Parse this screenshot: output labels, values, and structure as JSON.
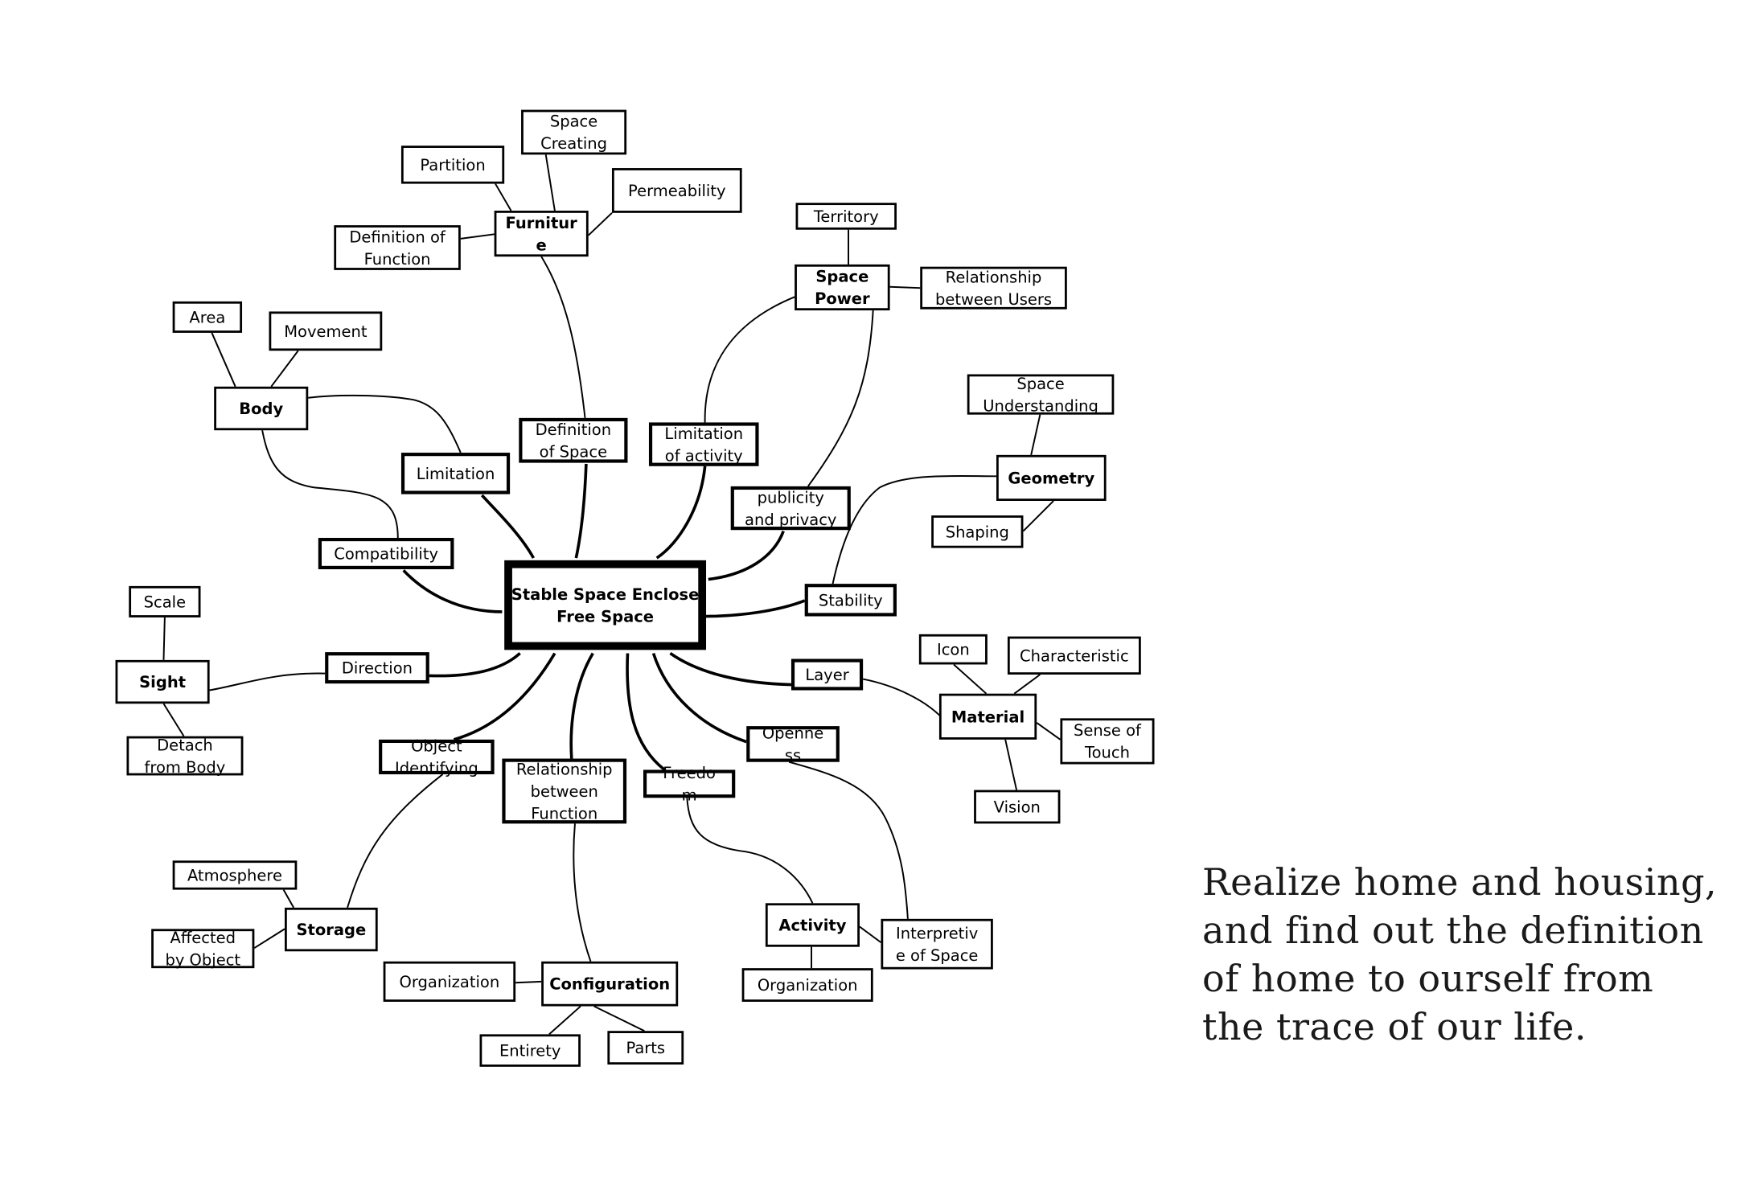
{
  "diagram": {
    "center": {
      "lines": [
        "Stable Space Enclose",
        "Free Space"
      ]
    },
    "nodes": {
      "partition": {
        "lines": [
          "Partition"
        ]
      },
      "space_creating": {
        "lines": [
          "Space",
          "Creating"
        ]
      },
      "permeability": {
        "lines": [
          "Permeability"
        ]
      },
      "definition_of_function": {
        "lines": [
          "Definition of",
          "Function"
        ]
      },
      "furniture": {
        "lines": [
          "Furnitur",
          "e"
        ]
      },
      "territory": {
        "lines": [
          "Territory"
        ]
      },
      "space_power": {
        "lines": [
          "Space",
          "Power"
        ]
      },
      "relationship_between_users": {
        "lines": [
          "Relationship",
          "between Users"
        ]
      },
      "area": {
        "lines": [
          "Area"
        ]
      },
      "movement": {
        "lines": [
          "Movement"
        ]
      },
      "body": {
        "lines": [
          "Body"
        ]
      },
      "space_understanding": {
        "lines": [
          "Space",
          "Understanding"
        ]
      },
      "geometry": {
        "lines": [
          "Geometry"
        ]
      },
      "shaping": {
        "lines": [
          "Shaping"
        ]
      },
      "definition_of_space": {
        "lines": [
          "Definition",
          "of Space"
        ]
      },
      "limitation_of_activity": {
        "lines": [
          "Limitation",
          "of activity"
        ]
      },
      "limitation": {
        "lines": [
          "Limitation"
        ]
      },
      "publicity_privacy": {
        "lines": [
          "publicity",
          "and privacy"
        ]
      },
      "compatibility": {
        "lines": [
          "Compatibility"
        ]
      },
      "stability": {
        "lines": [
          "Stability"
        ]
      },
      "scale": {
        "lines": [
          "Scale"
        ]
      },
      "sight": {
        "lines": [
          "Sight"
        ]
      },
      "direction": {
        "lines": [
          "Direction"
        ]
      },
      "layer": {
        "lines": [
          "Layer"
        ]
      },
      "icon": {
        "lines": [
          "Icon"
        ]
      },
      "characteristic": {
        "lines": [
          "Characteristic"
        ]
      },
      "material": {
        "lines": [
          "Material"
        ]
      },
      "sense_of_touch": {
        "lines": [
          "Sense of",
          "Touch"
        ]
      },
      "detach_from_body": {
        "lines": [
          "Detach",
          "from Body"
        ]
      },
      "object_identifying": {
        "lines": [
          "Object",
          "Identifying"
        ]
      },
      "relationship_between_function": {
        "lines": [
          "Relationship",
          "between",
          "Function"
        ]
      },
      "freedom": {
        "lines": [
          "Freedo",
          "m"
        ]
      },
      "openness": {
        "lines": [
          "Openne",
          "ss"
        ]
      },
      "vision": {
        "lines": [
          "Vision"
        ]
      },
      "atmosphere": {
        "lines": [
          "Atmosphere"
        ]
      },
      "storage": {
        "lines": [
          "Storage"
        ]
      },
      "affected_by_object": {
        "lines": [
          "Affected",
          "by Object"
        ]
      },
      "activity": {
        "lines": [
          "Activity"
        ]
      },
      "interpretive_of_space": {
        "lines": [
          "Interpretiv",
          "e of Space"
        ]
      },
      "organization_left": {
        "lines": [
          "Organization"
        ]
      },
      "configuration": {
        "lines": [
          "Configuration"
        ]
      },
      "organization_right": {
        "lines": [
          "Organization"
        ]
      },
      "entirety": {
        "lines": [
          "Entirety"
        ]
      },
      "parts": {
        "lines": [
          "Parts"
        ]
      }
    }
  },
  "quote": {
    "lines": [
      "Realize home and housing,",
      "and find out the definition",
      "of home to ourself from",
      "the trace of our life."
    ]
  }
}
